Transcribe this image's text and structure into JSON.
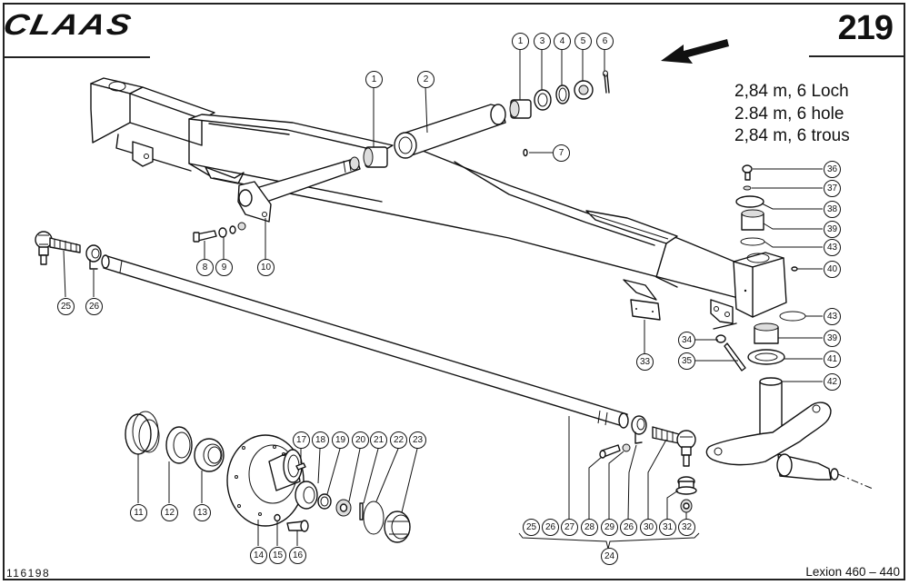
{
  "header": {
    "brand_logo_text": "CLAAS",
    "page_number": "219"
  },
  "variant_description": [
    "2,84 m, 6 Loch",
    "2.84 m, 6 hole",
    "2,84 m, 6 trous"
  ],
  "footer": {
    "drawing_number": "116198",
    "model": "Lexion 460 – 440"
  },
  "direction_arrow": "arrow-left-down-icon",
  "callouts": {
    "c1a": "1",
    "c3": "3",
    "c4": "4",
    "c5": "5",
    "c6": "6",
    "c1b": "1",
    "c2": "2",
    "c7": "7",
    "c8": "8",
    "c9": "9",
    "c10": "10",
    "c25a": "25",
    "c26a": "26",
    "c36": "36",
    "c37": "37",
    "c38": "38",
    "c39a": "39",
    "c43a": "43",
    "c40": "40",
    "c43b": "43",
    "c39b": "39",
    "c41": "41",
    "c42": "42",
    "c33": "33",
    "c34": "34",
    "c35": "35",
    "c11": "11",
    "c12": "12",
    "c13": "13",
    "c14": "14",
    "c15": "15",
    "c16": "16",
    "c17": "17",
    "c18": "18",
    "c19": "19",
    "c20": "20",
    "c21": "21",
    "c22": "22",
    "c23": "23",
    "c25b": "25",
    "c26b": "26",
    "c27": "27",
    "c28": "28",
    "c29": "29",
    "c26c": "26",
    "c30": "30",
    "c31": "31",
    "c32": "32",
    "c24": "24"
  }
}
